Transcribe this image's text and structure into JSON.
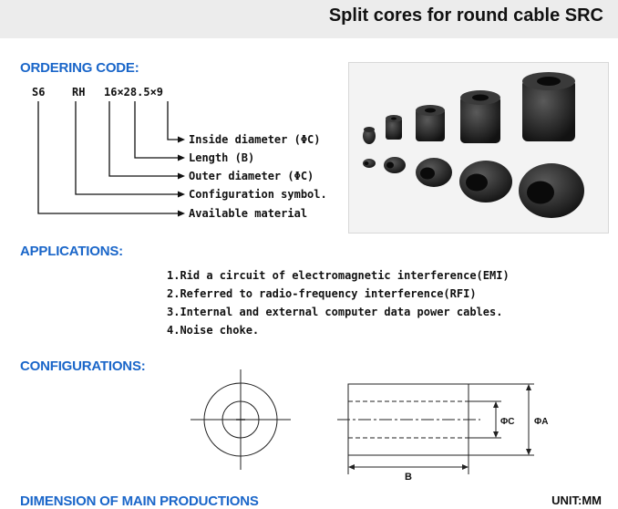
{
  "header": {
    "title": "Split cores for round cable SRC"
  },
  "ordering": {
    "heading": "ORDERING CODE:",
    "code_parts": [
      "S6",
      "RH",
      "16×28.5×9"
    ],
    "labels": [
      "Inside diameter (ΦC)",
      "Length (B)",
      "Outer diameter (ΦC)",
      "Configuration symbol.",
      "Available material"
    ]
  },
  "applications": {
    "heading": "APPLICATIONS:",
    "items": [
      "1.Rid a circuit of electromagnetic interference(EMI)",
      "2.Referred to radio-frequency interference(RFI)",
      "3.Internal and external computer data power cables.",
      "4.Noise choke."
    ]
  },
  "configurations": {
    "heading": "CONFIGURATIONS:",
    "dim_inner": "ΦC",
    "dim_outer": "ΦA",
    "dim_length": "B"
  },
  "dimensions": {
    "heading": "DIMENSION OF MAIN PRODUCTIONS",
    "unit": "UNIT:MM"
  },
  "colors": {
    "heading_blue": "#1a66c9",
    "header_bg": "#ececec"
  }
}
